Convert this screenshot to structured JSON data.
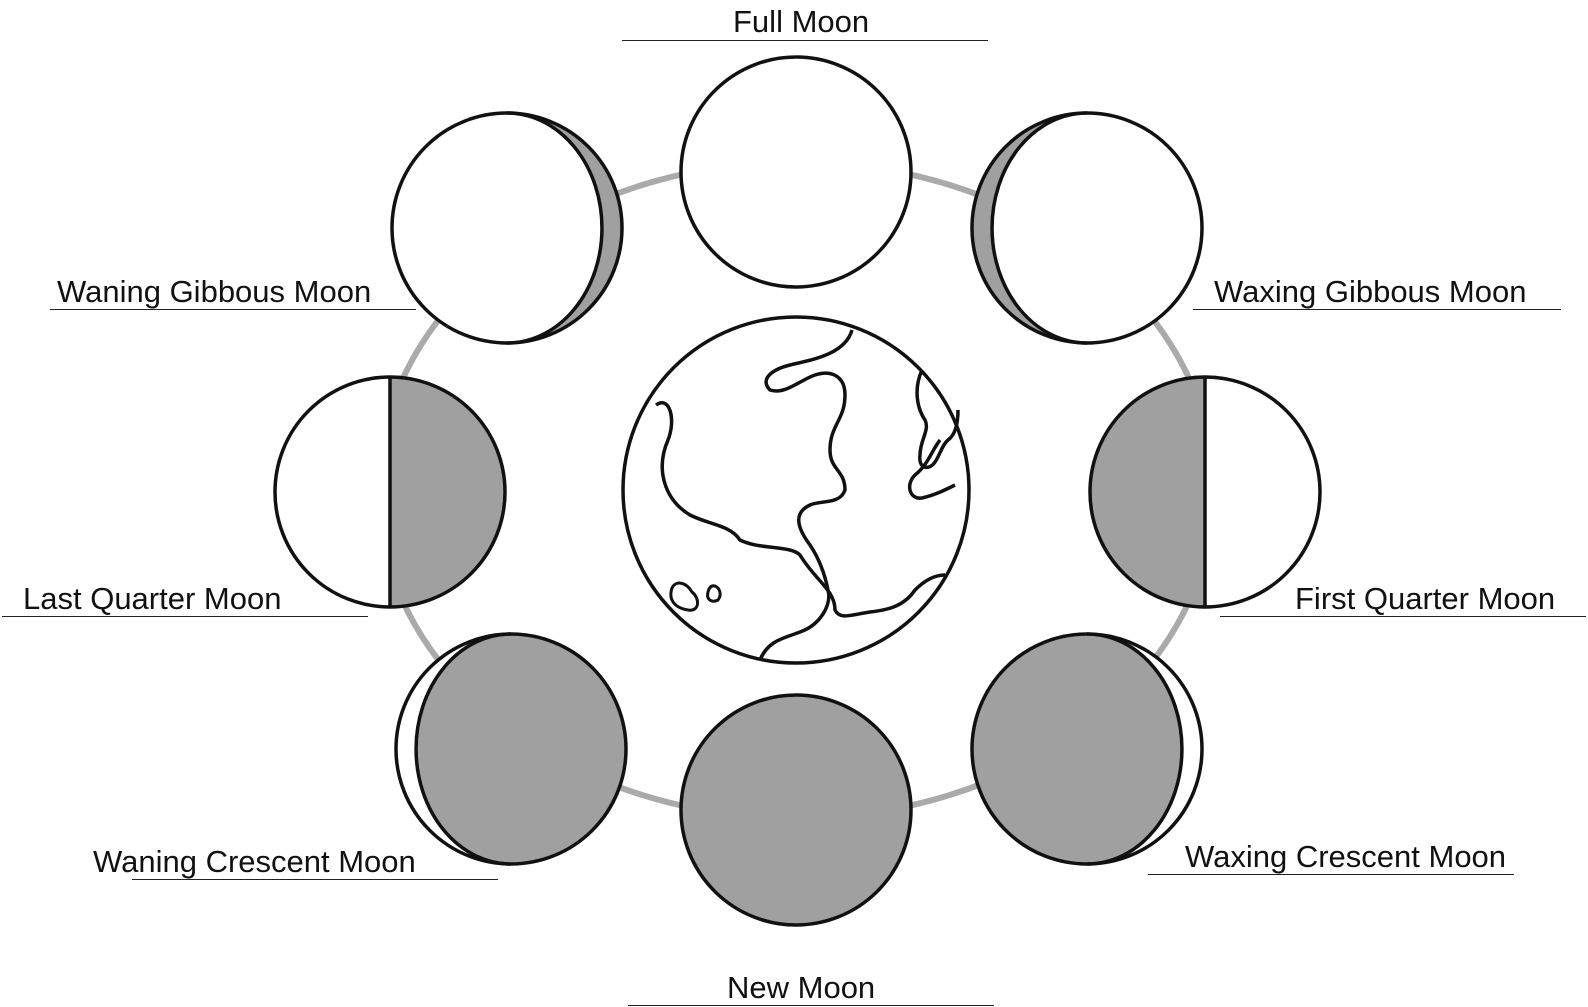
{
  "colors": {
    "orbit": "#aaaaaa",
    "shadow": "#a0a0a0",
    "lit": "#ffffff",
    "outline": "#111111"
  },
  "labels": {
    "full_moon": "Full Moon",
    "waxing_gibbous": "Waxing Gibbous Moon",
    "first_quarter": "First Quarter Moon",
    "waxing_crescent": "Waxing Crescent Moon",
    "new_moon": "New Moon",
    "waning_crescent": "Waning Crescent Moon",
    "last_quarter": "Last Quarter Moon",
    "waning_gibbous": "Waning Gibbous Moon"
  }
}
